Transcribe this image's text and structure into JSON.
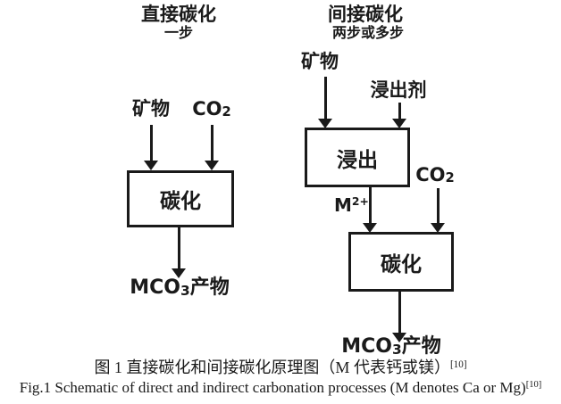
{
  "diagram": {
    "direct": {
      "title": "直接碳化",
      "subtitle": "一步",
      "mineral_label": "矿物",
      "co2": {
        "pre": "CO",
        "sub": "2"
      },
      "carbonation_box": "碳化",
      "product": {
        "pre": "MCO",
        "sub": "3",
        "post": "产物"
      }
    },
    "indirect": {
      "title": "间接碳化",
      "subtitle": "两步或多步",
      "mineral_label": "矿物",
      "leachant_label": "浸出剂",
      "leaching_box": "浸出",
      "ion": {
        "pre": "M",
        "sup": "2+"
      },
      "co2": {
        "pre": "CO",
        "sub": "2"
      },
      "carbonation_box": "碳化",
      "product": {
        "pre": "MCO",
        "sub": "3",
        "post": "产物"
      }
    }
  },
  "caption": {
    "zh_text": "图 1 直接碳化和间接碳化原理图（M 代表钙或镁）",
    "zh_ref": "[10]",
    "en_text": "Fig.1 Schematic of direct and indirect carbonation processes (M denotes Ca or Mg)",
    "en_ref": "[10]"
  },
  "colors": {
    "ink": "#1a1a1a",
    "background": "#ffffff"
  }
}
